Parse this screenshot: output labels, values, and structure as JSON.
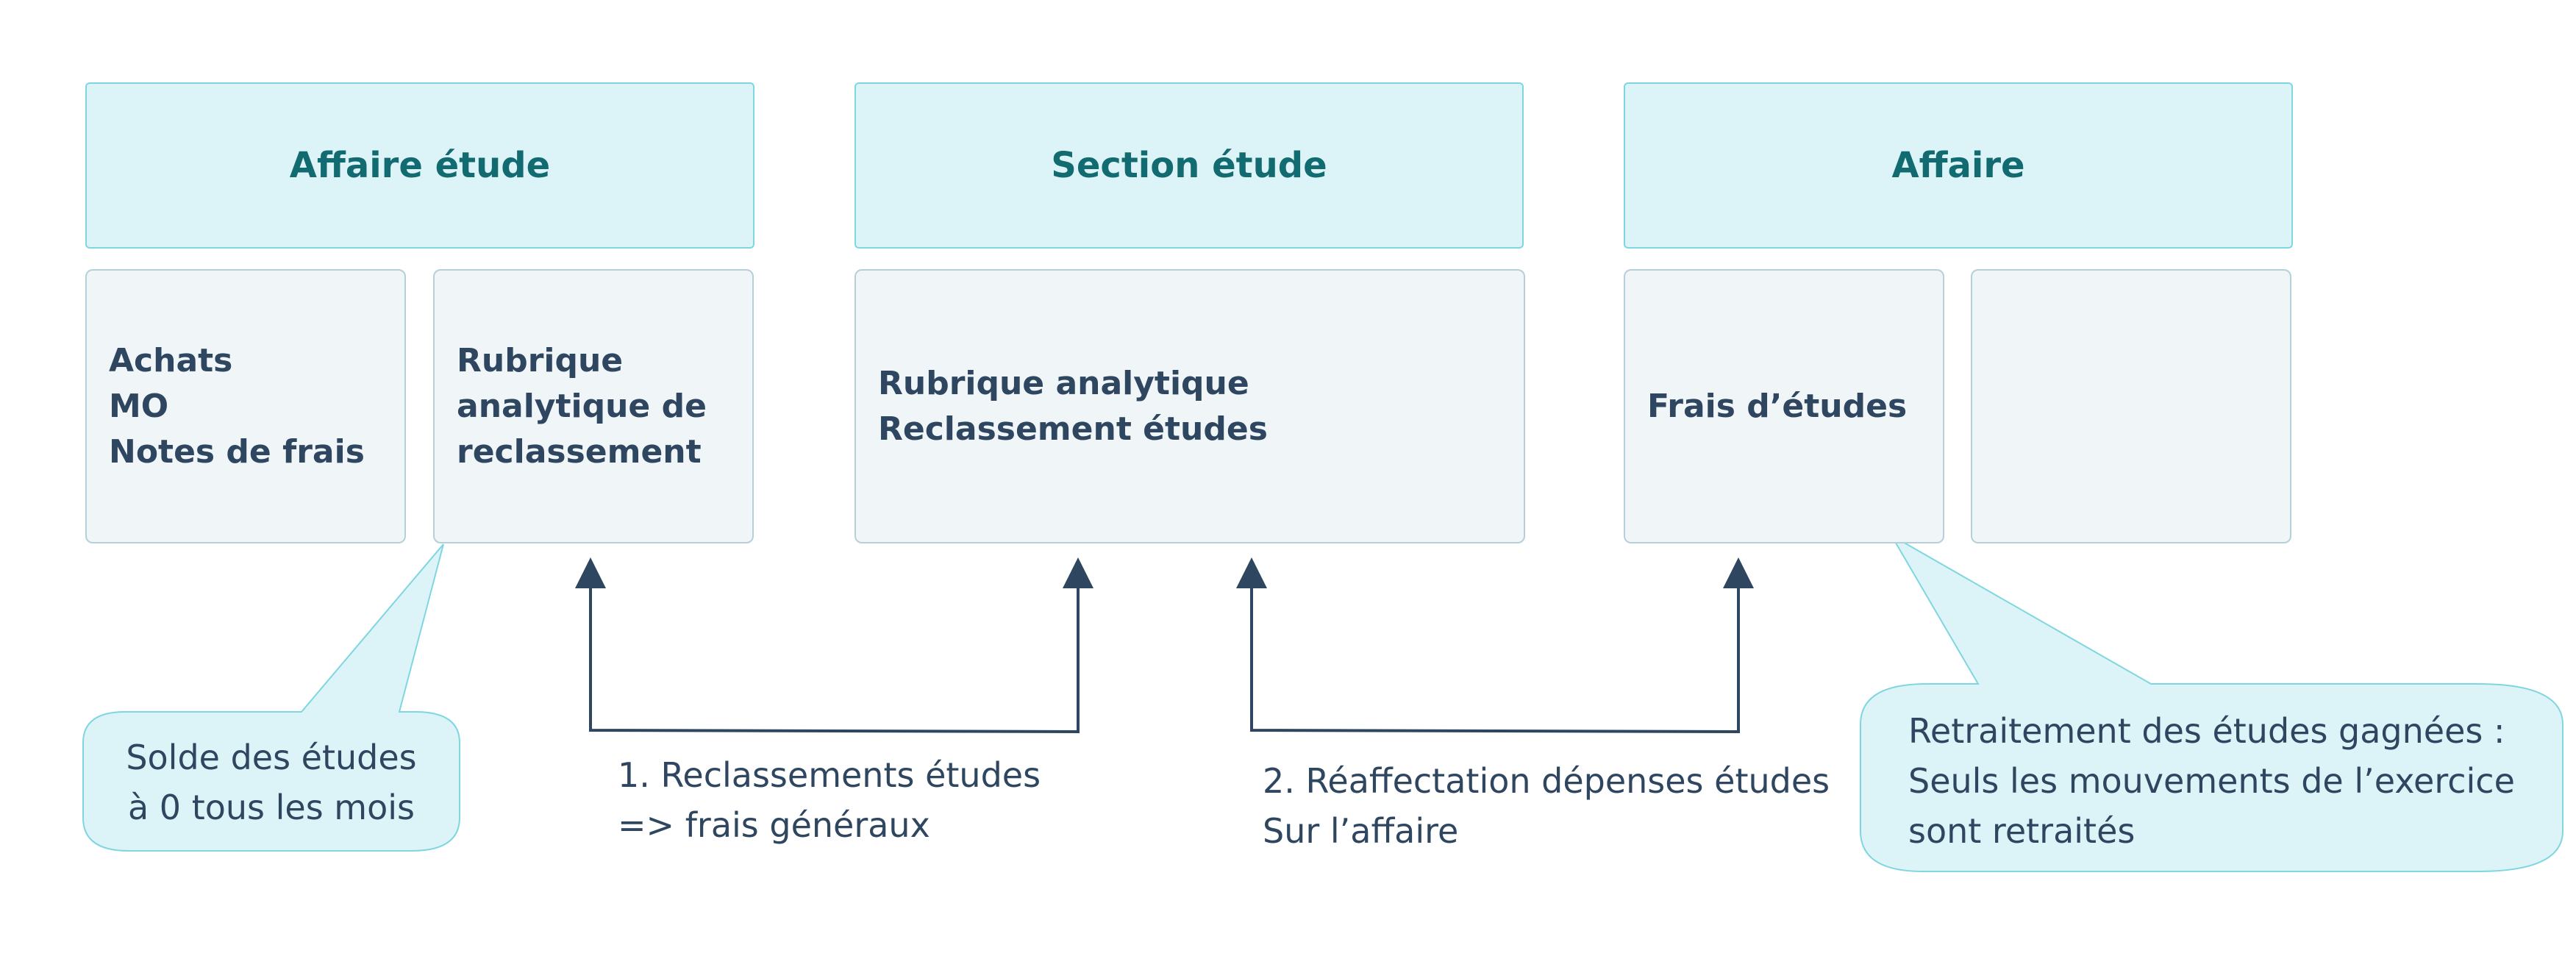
{
  "columns": [
    {
      "header": "Affaire étude"
    },
    {
      "header": "Section étude"
    },
    {
      "header": "Affaire"
    }
  ],
  "boxes": {
    "affaire_etude_left": [
      "Achats",
      "MO",
      "Notes de frais"
    ],
    "affaire_etude_right": [
      "Rubrique",
      "analytique de",
      "reclassement"
    ],
    "section_etude": [
      "Rubrique analytique",
      "Reclassement études"
    ],
    "affaire_left": [
      "Frais d’études"
    ],
    "affaire_right": []
  },
  "flows": [
    {
      "lines": [
        "1. Reclassements études",
        "=> frais généraux"
      ]
    },
    {
      "lines": [
        "2. Réaffectation dépenses études",
        "Sur l’affaire"
      ]
    }
  ],
  "callouts": [
    {
      "lines": [
        "Solde des études",
        "à 0 tous les mois"
      ]
    },
    {
      "lines": [
        "Retraitement des études gagnées :",
        "Seuls les mouvements de l’exercice",
        "sont retraités"
      ]
    }
  ],
  "colors": {
    "header_fill": "#dcf4f7",
    "header_text": "#136b72",
    "box_fill": "#f0f5f8",
    "text": "#2e4660",
    "arrow": "#2e4660",
    "callout_fill": "#dcf4f7"
  }
}
